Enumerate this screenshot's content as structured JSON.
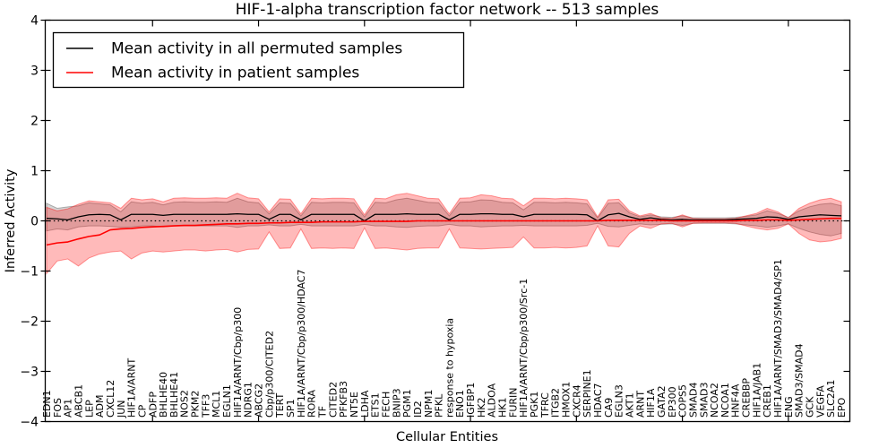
{
  "legend": {
    "entries": [
      {
        "label": "Mean activity in all permuted samples",
        "color": "#000000"
      },
      {
        "label": "Mean activity in patient samples",
        "color": "#ff0000"
      }
    ]
  },
  "chart_data": {
    "type": "line",
    "title": "HIF-1-alpha transcription factor network -- 513 samples",
    "xlabel": "Cellular Entities",
    "ylabel": "Inferred Activity",
    "ylim": [
      -4,
      4
    ],
    "yticks": [
      -4,
      -3,
      -2,
      -1,
      0,
      1,
      2,
      3,
      4
    ],
    "x_major_ticks": [
      10,
      20,
      30,
      40,
      50,
      60,
      70
    ],
    "grid": false,
    "legend_position": "upper left",
    "zero_line": {
      "y": 0,
      "style": "dotted",
      "color": "#000000"
    },
    "sample_count": 513,
    "categories": [
      "EDN1",
      "FOS",
      "AP1",
      "ABCB1",
      "LEP",
      "ADM",
      "CXCL12",
      "JUN",
      "HIF1A/ARNT",
      "CP",
      "ADFP",
      "BHLHE40",
      "BHLHE41",
      "NOS2",
      "PKM2",
      "TFF3",
      "MCL1",
      "EGLN1",
      "HIF1A/ARNT/Cbp/p300",
      "NDRG1",
      "ABCG2",
      "Cbp/p300/CITED2",
      "TERT",
      "SP1",
      "HIF1A/ARNT/Cbp/p300/HDAC7",
      "RORA",
      "TF",
      "CITED2",
      "PFKFB3",
      "NT5E",
      "LDHA",
      "ETS1",
      "FECH",
      "BNIP3",
      "PGM1",
      "ID2",
      "NPM1",
      "PFKL",
      "response to hypoxia",
      "ENO1",
      "IGFBP1",
      "HK2",
      "ALDOA",
      "HK1",
      "FURIN",
      "HIF1A/ARNT/Cbp/p300/Src-1",
      "PGK1",
      "TFRC",
      "ITGB2",
      "HMOX1",
      "CXCR4",
      "SERPINE1",
      "HDAC7",
      "CA9",
      "EGLN3",
      "AKT1",
      "ARNT",
      "HIF1A",
      "GATA2",
      "EP300",
      "COPS5",
      "SMAD4",
      "SMAD3",
      "NCOA2",
      "NCOA1",
      "HNF4A",
      "CREBBP",
      "HIF1A/JAB1",
      "CREB1",
      "HIF1A/ARNT/SMAD3/SMAD4/SP1",
      "ENG",
      "SMAD3/SMAD4",
      "GCK",
      "VEGFA",
      "SLC2A1",
      "EPO"
    ],
    "series": [
      {
        "name": "Mean activity in all permuted samples",
        "color": "#000000",
        "band_fill": "#000000",
        "band_opacity": 0.16,
        "values": [
          0.05,
          0.04,
          0.02,
          0.08,
          0.12,
          0.13,
          0.12,
          0.02,
          0.13,
          0.13,
          0.13,
          0.11,
          0.13,
          0.13,
          0.13,
          0.13,
          0.13,
          0.13,
          0.14,
          0.13,
          0.13,
          0.03,
          0.13,
          0.13,
          0.02,
          0.13,
          0.13,
          0.13,
          0.13,
          0.13,
          0.0,
          0.13,
          0.13,
          0.13,
          0.14,
          0.13,
          0.13,
          0.13,
          0.02,
          0.13,
          0.13,
          0.14,
          0.14,
          0.13,
          0.13,
          0.08,
          0.13,
          0.13,
          0.13,
          0.13,
          0.13,
          0.12,
          0.0,
          0.12,
          0.15,
          0.08,
          0.03,
          0.06,
          0.03,
          0.02,
          0.03,
          0.02,
          0.02,
          0.02,
          0.02,
          0.03,
          0.04,
          0.05,
          0.08,
          0.07,
          0.03,
          0.08,
          0.1,
          0.12,
          0.11,
          0.1
        ],
        "band_upper": [
          0.35,
          0.25,
          0.28,
          0.3,
          0.36,
          0.34,
          0.32,
          0.18,
          0.38,
          0.35,
          0.37,
          0.32,
          0.37,
          0.38,
          0.37,
          0.37,
          0.38,
          0.37,
          0.45,
          0.38,
          0.36,
          0.14,
          0.36,
          0.35,
          0.1,
          0.37,
          0.36,
          0.37,
          0.37,
          0.36,
          0.08,
          0.37,
          0.36,
          0.42,
          0.45,
          0.41,
          0.37,
          0.36,
          0.1,
          0.37,
          0.38,
          0.42,
          0.41,
          0.37,
          0.36,
          0.22,
          0.37,
          0.37,
          0.36,
          0.37,
          0.36,
          0.34,
          0.06,
          0.35,
          0.36,
          0.16,
          0.08,
          0.12,
          0.08,
          0.07,
          0.1,
          0.06,
          0.06,
          0.06,
          0.06,
          0.07,
          0.09,
          0.12,
          0.2,
          0.15,
          0.07,
          0.2,
          0.28,
          0.33,
          0.35,
          0.3
        ],
        "band_lower": [
          -0.2,
          -0.16,
          -0.18,
          -0.12,
          -0.1,
          -0.1,
          -0.11,
          -0.13,
          -0.12,
          -0.1,
          -0.1,
          -0.12,
          -0.1,
          -0.1,
          -0.1,
          -0.1,
          -0.1,
          -0.1,
          -0.13,
          -0.1,
          -0.1,
          -0.08,
          -0.1,
          -0.1,
          -0.07,
          -0.1,
          -0.1,
          -0.1,
          -0.1,
          -0.1,
          -0.07,
          -0.1,
          -0.1,
          -0.12,
          -0.13,
          -0.11,
          -0.1,
          -0.1,
          -0.07,
          -0.1,
          -0.1,
          -0.12,
          -0.11,
          -0.1,
          -0.1,
          -0.09,
          -0.1,
          -0.1,
          -0.1,
          -0.1,
          -0.1,
          -0.09,
          -0.05,
          -0.11,
          -0.12,
          -0.09,
          -0.06,
          -0.08,
          -0.07,
          -0.06,
          -0.09,
          -0.05,
          -0.05,
          -0.05,
          -0.05,
          -0.06,
          -0.08,
          -0.1,
          -0.13,
          -0.1,
          -0.06,
          -0.15,
          -0.22,
          -0.27,
          -0.3,
          -0.25
        ]
      },
      {
        "name": "Mean activity in patient samples",
        "color": "#ff0000",
        "band_fill": "#ff0000",
        "band_opacity": 0.27,
        "values": [
          -0.48,
          -0.44,
          -0.42,
          -0.36,
          -0.31,
          -0.28,
          -0.18,
          -0.16,
          -0.15,
          -0.13,
          -0.12,
          -0.11,
          -0.1,
          -0.09,
          -0.09,
          -0.08,
          -0.07,
          -0.06,
          -0.06,
          -0.05,
          -0.05,
          -0.04,
          -0.04,
          -0.03,
          -0.03,
          -0.03,
          -0.02,
          -0.02,
          -0.02,
          -0.02,
          -0.01,
          -0.01,
          -0.01,
          -0.01,
          -0.01,
          0.0,
          0.0,
          0.0,
          0.0,
          0.0,
          0.0,
          0.0,
          0.0,
          0.0,
          0.0,
          0.0,
          0.0,
          0.0,
          0.0,
          0.0,
          0.0,
          0.0,
          0.0,
          0.01,
          0.01,
          0.01,
          0.01,
          0.01,
          0.01,
          0.0,
          0.0,
          0.0,
          0.0,
          0.0,
          0.0,
          0.0,
          0.01,
          0.01,
          0.02,
          0.02,
          0.01,
          0.02,
          0.03,
          0.04,
          0.05,
          0.05
        ],
        "band_upper": [
          0.27,
          0.2,
          0.24,
          0.33,
          0.4,
          0.38,
          0.36,
          0.25,
          0.45,
          0.42,
          0.44,
          0.38,
          0.45,
          0.46,
          0.45,
          0.45,
          0.46,
          0.45,
          0.55,
          0.46,
          0.44,
          0.18,
          0.44,
          0.43,
          0.14,
          0.45,
          0.44,
          0.45,
          0.45,
          0.44,
          0.12,
          0.45,
          0.44,
          0.52,
          0.55,
          0.5,
          0.45,
          0.44,
          0.14,
          0.45,
          0.46,
          0.52,
          0.5,
          0.45,
          0.44,
          0.3,
          0.45,
          0.45,
          0.44,
          0.45,
          0.44,
          0.42,
          0.08,
          0.42,
          0.43,
          0.2,
          0.1,
          0.15,
          0.06,
          0.05,
          0.12,
          0.05,
          0.04,
          0.04,
          0.04,
          0.05,
          0.1,
          0.15,
          0.25,
          0.18,
          0.06,
          0.25,
          0.35,
          0.42,
          0.45,
          0.38
        ],
        "band_lower": [
          -1.05,
          -0.8,
          -0.76,
          -0.9,
          -0.74,
          -0.66,
          -0.62,
          -0.6,
          -0.76,
          -0.64,
          -0.6,
          -0.62,
          -0.6,
          -0.58,
          -0.58,
          -0.6,
          -0.58,
          -0.57,
          -0.62,
          -0.57,
          -0.56,
          -0.22,
          -0.55,
          -0.54,
          -0.16,
          -0.55,
          -0.54,
          -0.55,
          -0.54,
          -0.55,
          -0.14,
          -0.55,
          -0.54,
          -0.56,
          -0.58,
          -0.55,
          -0.54,
          -0.54,
          -0.16,
          -0.54,
          -0.55,
          -0.56,
          -0.55,
          -0.54,
          -0.53,
          -0.32,
          -0.54,
          -0.54,
          -0.53,
          -0.54,
          -0.53,
          -0.5,
          -0.1,
          -0.5,
          -0.52,
          -0.25,
          -0.1,
          -0.15,
          -0.06,
          -0.05,
          -0.12,
          -0.05,
          -0.04,
          -0.04,
          -0.04,
          -0.05,
          -0.1,
          -0.15,
          -0.18,
          -0.15,
          -0.06,
          -0.25,
          -0.38,
          -0.42,
          -0.4,
          -0.35
        ]
      }
    ]
  }
}
